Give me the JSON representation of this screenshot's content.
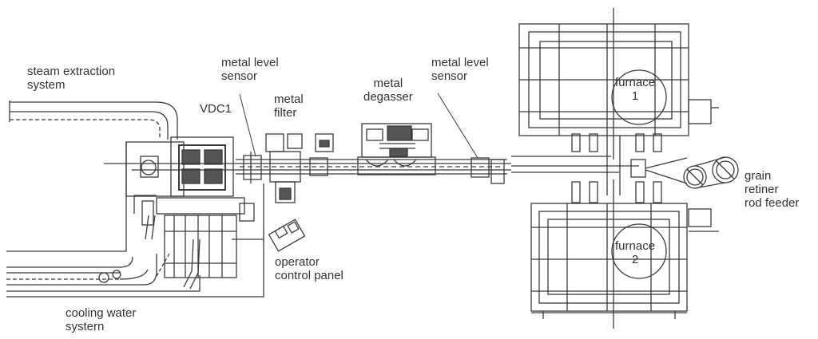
{
  "labels": {
    "steam_extraction": [
      "steam extraction",
      "system"
    ],
    "metal_level_sensor_1": [
      "metal level",
      "sensor"
    ],
    "vdc1": "VDC1",
    "metal_filter": [
      "metal",
      "filter"
    ],
    "metal_degasser": [
      "metal",
      "degasser"
    ],
    "metal_level_sensor_2": [
      "metal level",
      "sensor"
    ],
    "furnace_1": [
      "furnace",
      "1"
    ],
    "furnace_2": [
      "furnace",
      "2"
    ],
    "grain_refiner": [
      "grain",
      "retiner",
      "rod feeder"
    ],
    "operator_panel": [
      "operator",
      "control panel"
    ],
    "cooling_water": [
      "cooling water",
      "systern"
    ]
  },
  "colors": {
    "line": "#3a3a3a",
    "text": "#333333"
  }
}
